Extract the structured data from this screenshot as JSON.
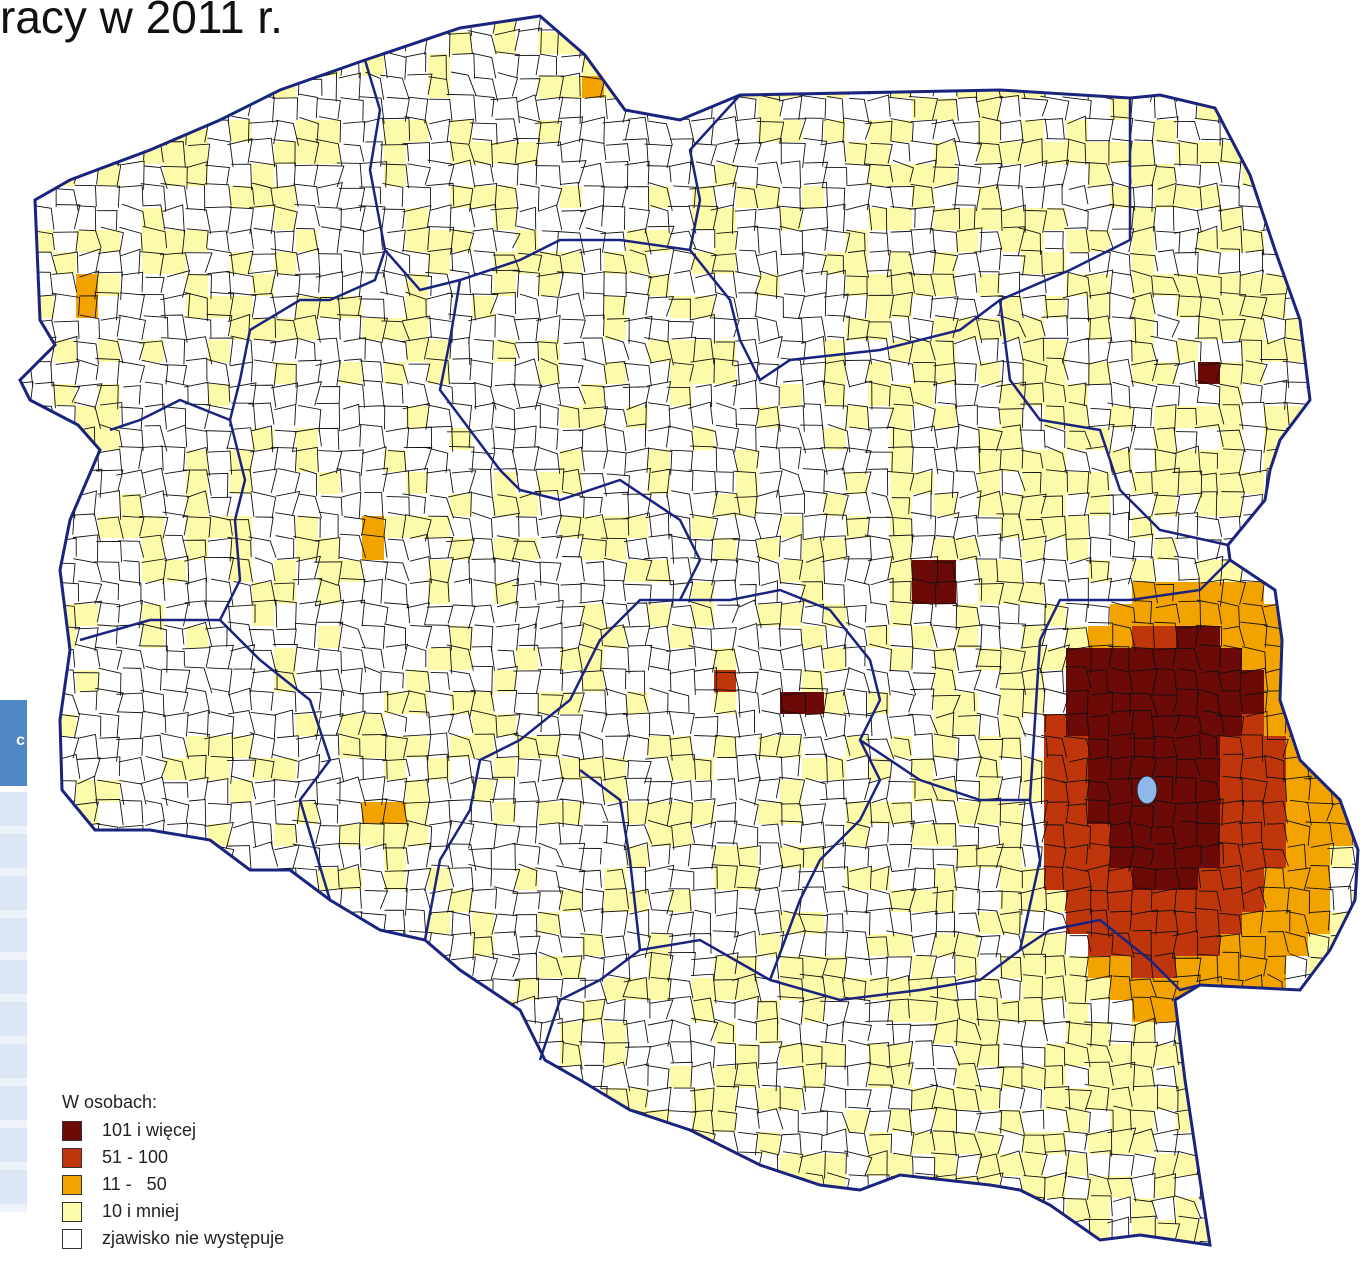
{
  "title": "racy w 2011 r.",
  "legend": {
    "title": "W osobach:",
    "items": [
      {
        "label": "101 i więcej",
        "color": "#6b0a06"
      },
      {
        "label": "51 - 100",
        "color": "#c0360c"
      },
      {
        "label": "11 -   50",
        "color": "#f3a300"
      },
      {
        "label": "10 i mniej",
        "color": "#fdfaa9"
      },
      {
        "label": "zjawisko nie występuje",
        "color": "#ffffff"
      }
    ]
  },
  "colors": {
    "border_voivodeship": "#1a237e",
    "border_gmina": "#111111",
    "capital_marker": "#8fb8ea",
    "side_panel_header": "#4f86c6",
    "side_panel_row": "#dce6f4"
  },
  "side_panel": {
    "header_glyph": "c"
  }
}
